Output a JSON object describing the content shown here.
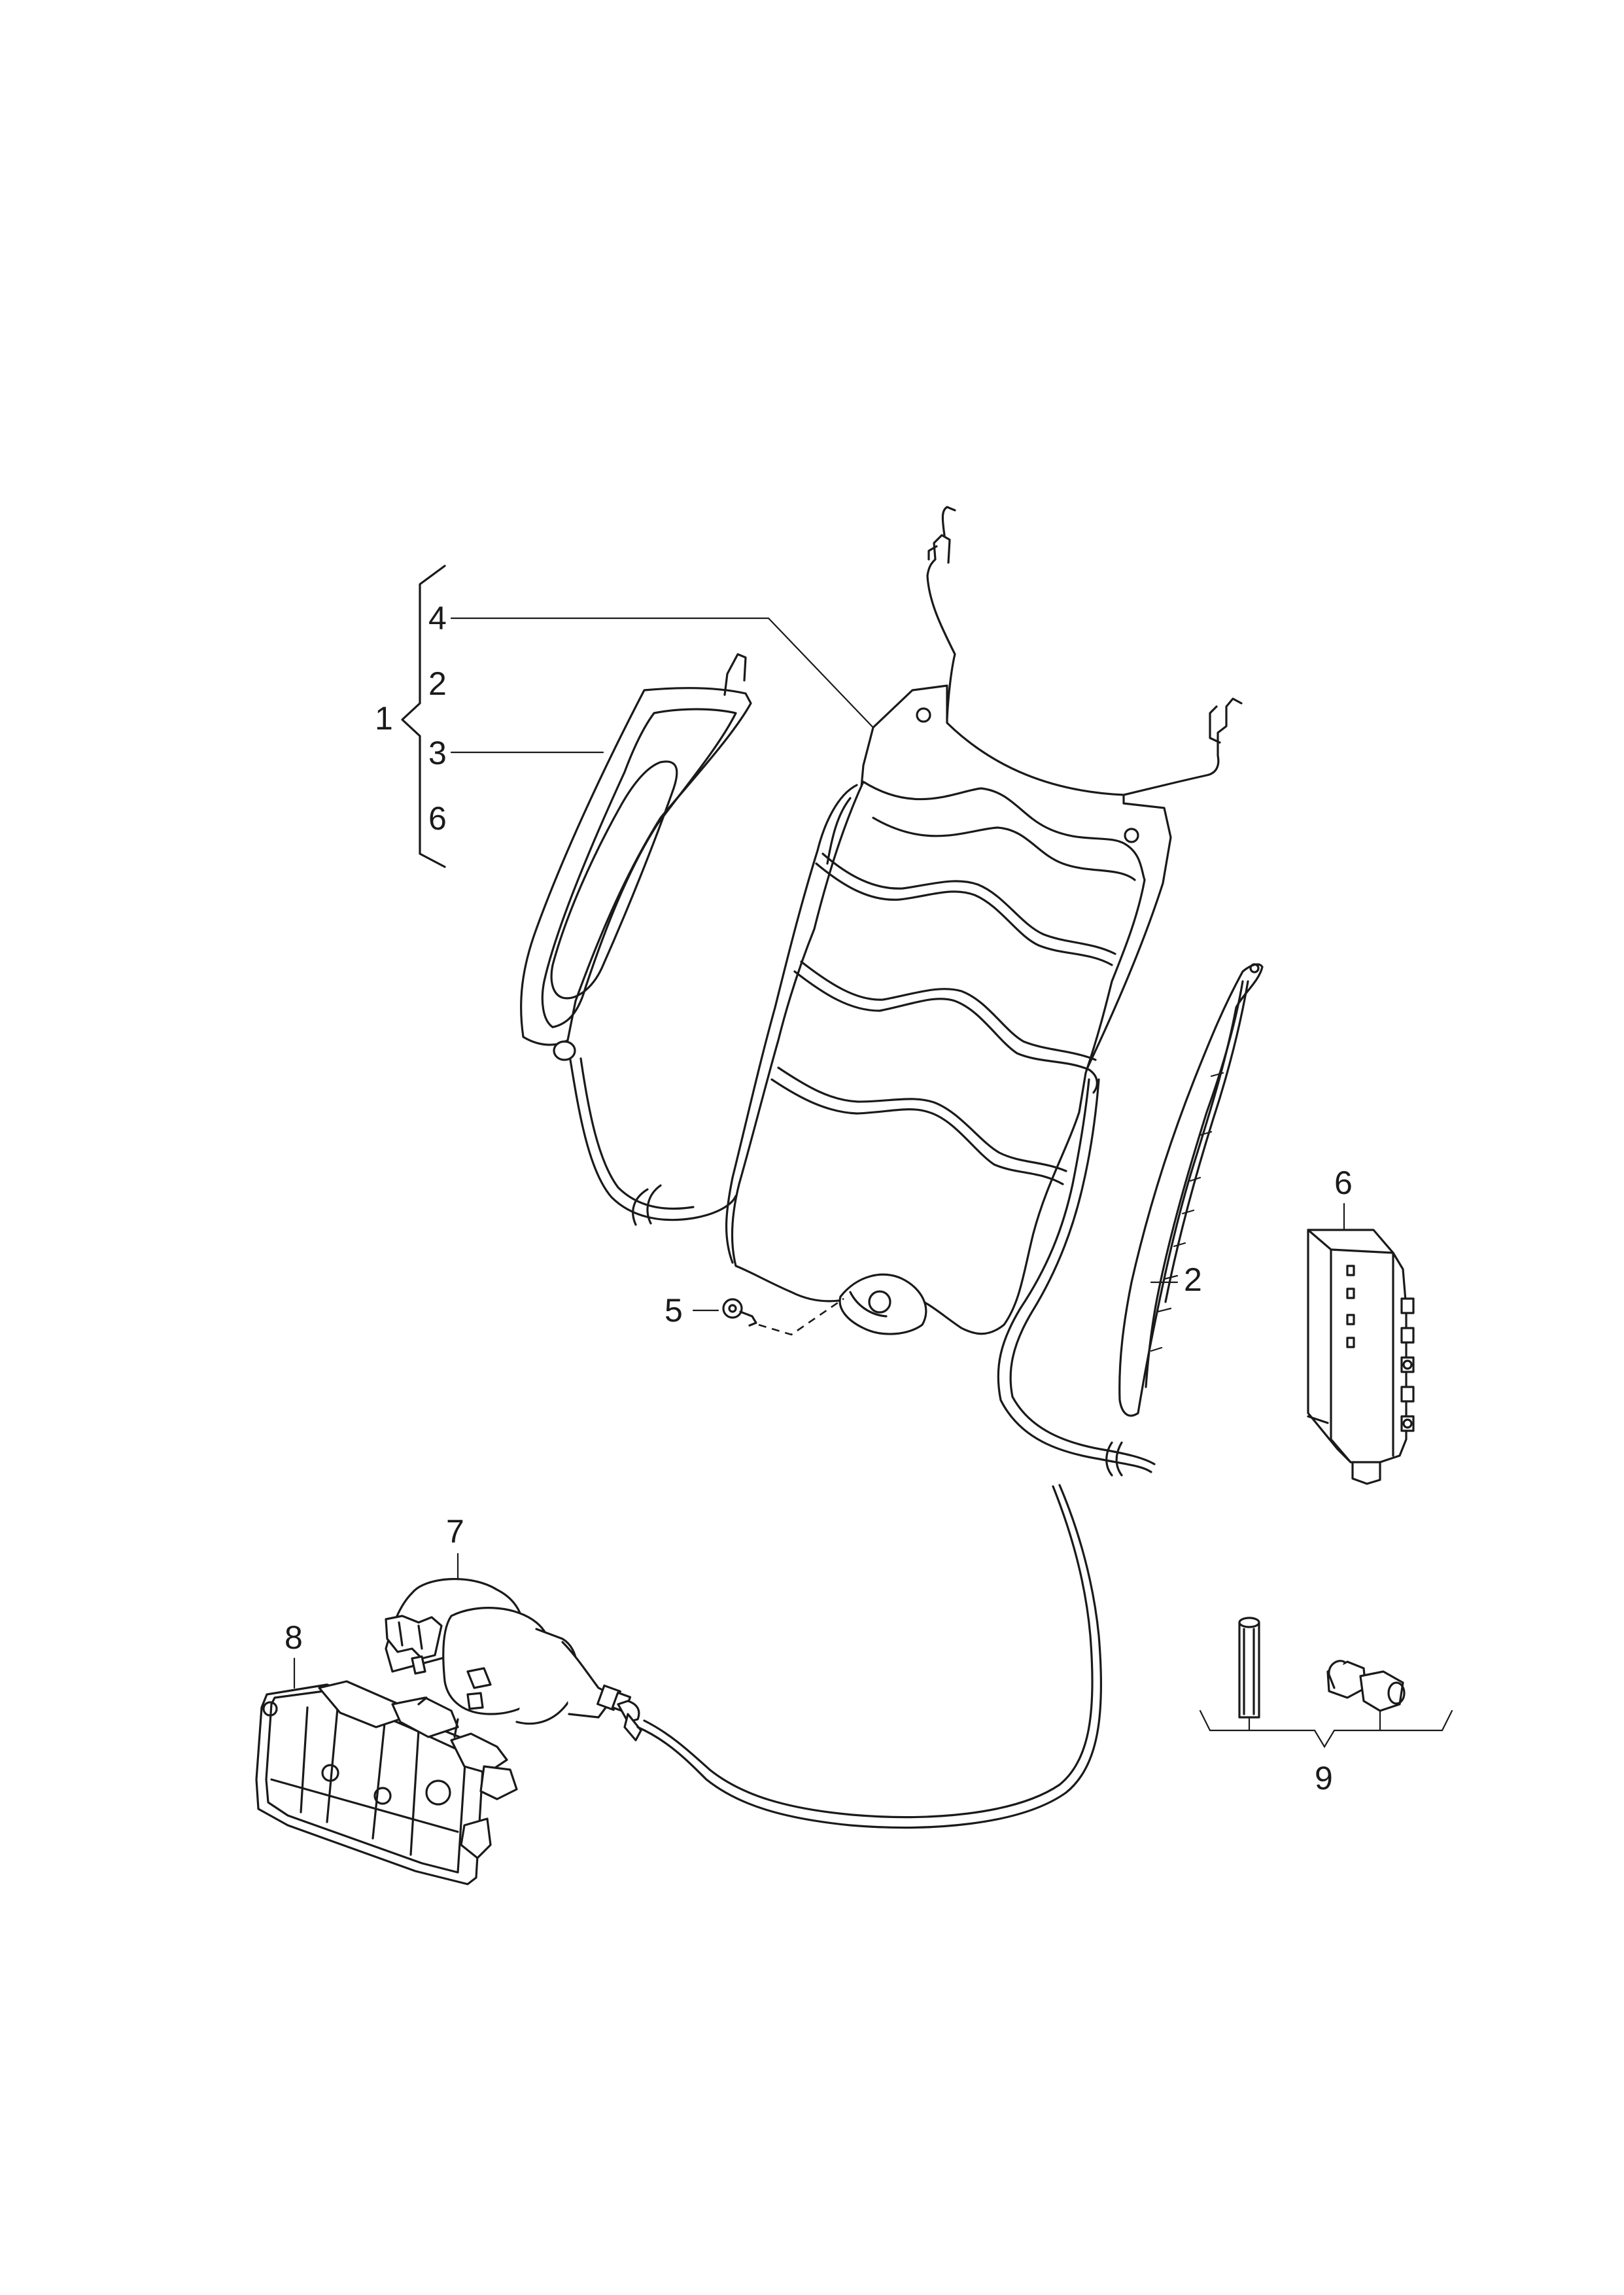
{
  "labels": {
    "group_1": "1",
    "bracket_4": "4",
    "bracket_2": "2",
    "bracket_3": "3",
    "bracket_6": "6",
    "part_2": "2",
    "part_5": "5",
    "part_6": "6",
    "part_7": "7",
    "part_8": "8",
    "part_9": "9"
  },
  "colors": {
    "line": "#1a1a1a",
    "background": "#ffffff"
  }
}
